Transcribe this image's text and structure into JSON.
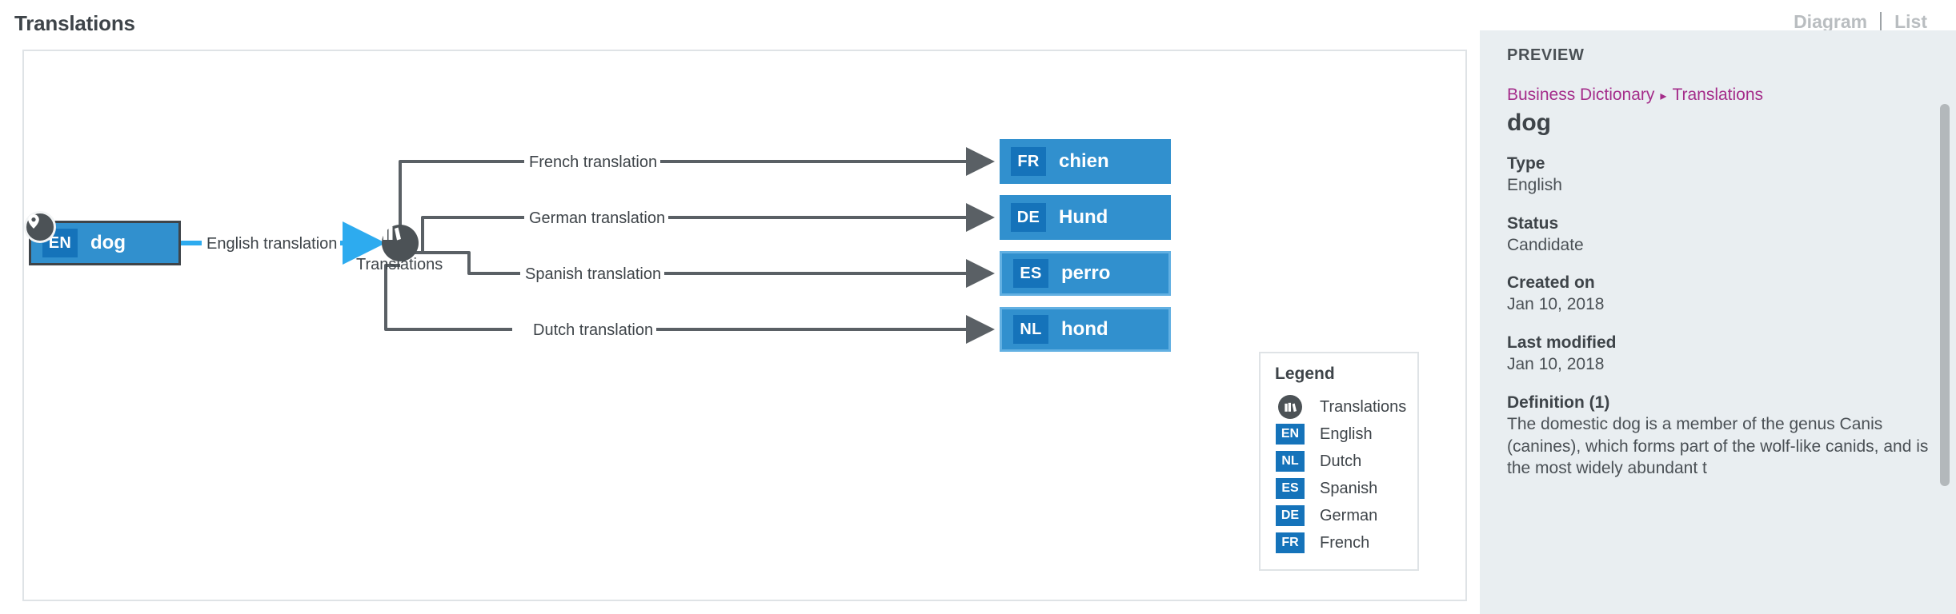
{
  "header": {
    "title": "Translations",
    "views": [
      {
        "label": "Diagram",
        "name": "view-diagram"
      },
      {
        "label": "List",
        "name": "view-list"
      }
    ]
  },
  "diagram": {
    "root_node": {
      "lang": "EN",
      "term": "dog",
      "icon": "map-pin-icon"
    },
    "hub": {
      "label": "Translations",
      "icon": "books-icon"
    },
    "edges": [
      {
        "label": "English translation",
        "color": "#2dabef"
      },
      {
        "label": "French translation",
        "color": "#5a6065"
      },
      {
        "label": "German translation",
        "color": "#5a6065"
      },
      {
        "label": "Spanish translation",
        "color": "#5a6065"
      },
      {
        "label": "Dutch translation",
        "color": "#5a6065"
      }
    ],
    "target_nodes": [
      {
        "lang": "FR",
        "term": "chien",
        "highlight": false
      },
      {
        "lang": "DE",
        "term": "Hund",
        "highlight": false
      },
      {
        "lang": "ES",
        "term": "perro",
        "highlight": true
      },
      {
        "lang": "NL",
        "term": "hond",
        "highlight": true
      }
    ],
    "legend": {
      "title": "Legend",
      "items": [
        {
          "swatch": "circle",
          "tag": "",
          "icon": "books-icon",
          "label": "Translations"
        },
        {
          "swatch": "tag",
          "tag": "EN",
          "label": "English"
        },
        {
          "swatch": "tag",
          "tag": "NL",
          "label": "Dutch"
        },
        {
          "swatch": "tag",
          "tag": "ES",
          "label": "Spanish"
        },
        {
          "swatch": "tag",
          "tag": "DE",
          "label": "German"
        },
        {
          "swatch": "tag",
          "tag": "FR",
          "label": "French"
        }
      ]
    }
  },
  "preview": {
    "heading": "PREVIEW",
    "breadcrumb": {
      "parent": "Business Dictionary",
      "separator": "▸",
      "current": "Translations"
    },
    "term": "dog",
    "fields": [
      {
        "label": "Type",
        "value": "English"
      },
      {
        "label": "Status",
        "value": "Candidate"
      },
      {
        "label": "Created on",
        "value": "Jan 10, 2018"
      },
      {
        "label": "Last modified",
        "value": "Jan 10, 2018"
      },
      {
        "label": "Definition (1)",
        "value": "The domestic dog is a member of the genus Canis (canines), which forms part of the wolf-like canids, and is the most widely abundant t"
      }
    ]
  },
  "colors": {
    "node_blue": "#3190ce",
    "tag_blue": "#1573ba",
    "accent_cyan": "#2dabef",
    "dark_gray": "#4c5256",
    "breadcrumb_magenta": "#a42c8a",
    "panel_bg": "#e9eef1"
  }
}
